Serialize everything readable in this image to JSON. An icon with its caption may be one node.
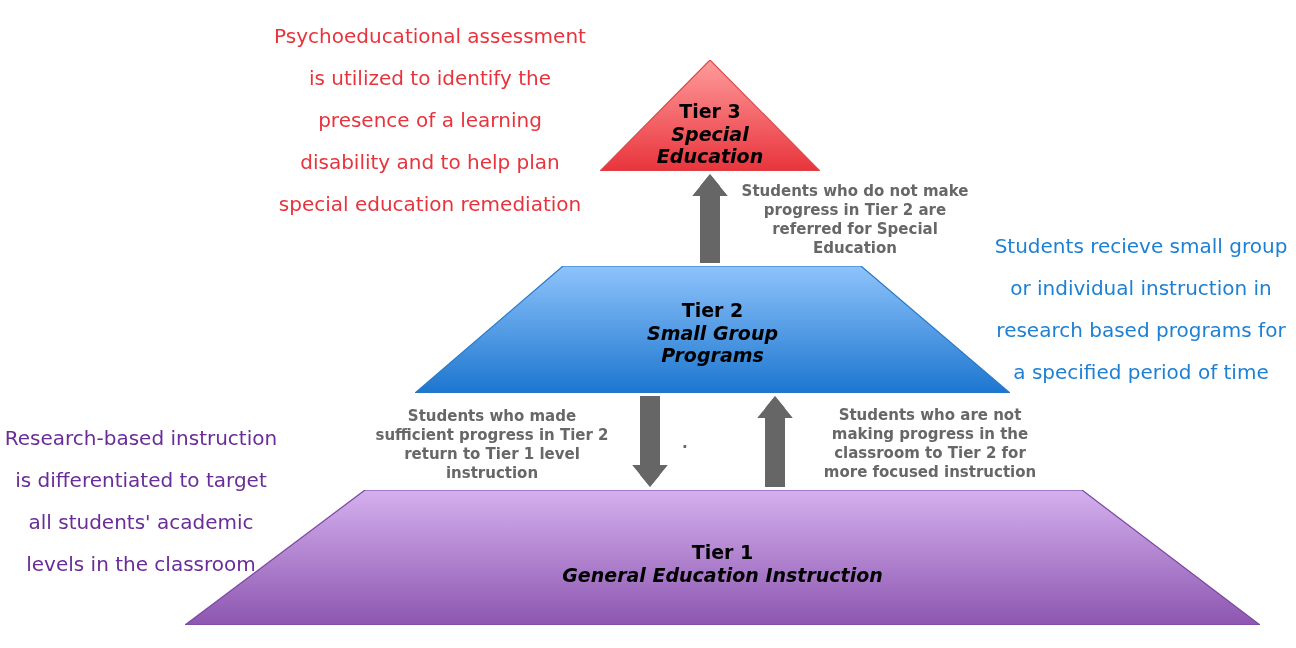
{
  "diagram": {
    "nodes": [
      {
        "text": [
          "Tier 3",
          "Special Education"
        ],
        "beside": [
          "Psychoeducational assessment is utilized to identify the presence of a learning disability and to help plan special education remediation"
        ]
      },
      {
        "text": [
          "Tier 2",
          "Small Group Programs"
        ],
        "beside": [
          "Students recieve small group or individual instruction in research based programs for a specified period of time"
        ]
      },
      {
        "text": [
          "Tier 1",
          "General Education Instruction"
        ],
        "beside": [
          "Research-based instruction is differentiated to target all students' academic levels in the classroom"
        ]
      }
    ],
    "edges": [
      {
        "from": 1,
        "to": 0,
        "arrow": "to",
        "label": "Students who do not make progress in Tier 2 are referred for Special Education"
      },
      {
        "from": 1,
        "to": 2,
        "arrow": "to",
        "label": "Students who made sufficient progress in Tier 2 return to Tier 1 level instruction"
      },
      {
        "from": 2,
        "to": 1,
        "arrow": "to",
        "label": "Students who are not making progress in the classroom to Tier 2 for more focused instruction"
      }
    ],
    "labels": [
      "."
    ]
  }
}
